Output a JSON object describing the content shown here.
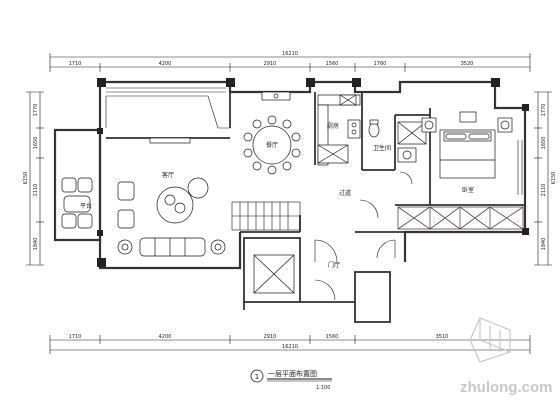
{
  "dimensions": {
    "top_total": "16210",
    "top_segments": [
      "1710",
      "4200",
      "2910",
      "1560",
      "1760",
      "3520"
    ],
    "bottom_total": "16210",
    "bottom_segments": [
      "1710",
      "4200",
      "2910",
      "1560",
      "3510"
    ],
    "left_total": "6150",
    "left_segments": [
      "1770",
      "1650",
      "2110",
      "1840"
    ],
    "right_total": "6150",
    "right_segments": [
      "1770",
      "1650",
      "2110",
      "1840"
    ]
  },
  "rooms": {
    "dining": "餐厅",
    "living": "客厅",
    "kitchen": "厨房",
    "bath": "卫生间",
    "bedroom": "卧室",
    "hall": "过道",
    "terrace": "平台",
    "foyer": "门厅"
  },
  "title": {
    "number": "1",
    "text": "一层平面布置图",
    "scale": "1:100"
  },
  "watermark": {
    "text": "zhulong.com",
    "icon": "zhulong-logo-icon"
  },
  "colors": {
    "line": "#1a1a1a",
    "wall": "#333333",
    "cabinet": "#5a4a4a",
    "watermark": "#c8c8c8"
  }
}
